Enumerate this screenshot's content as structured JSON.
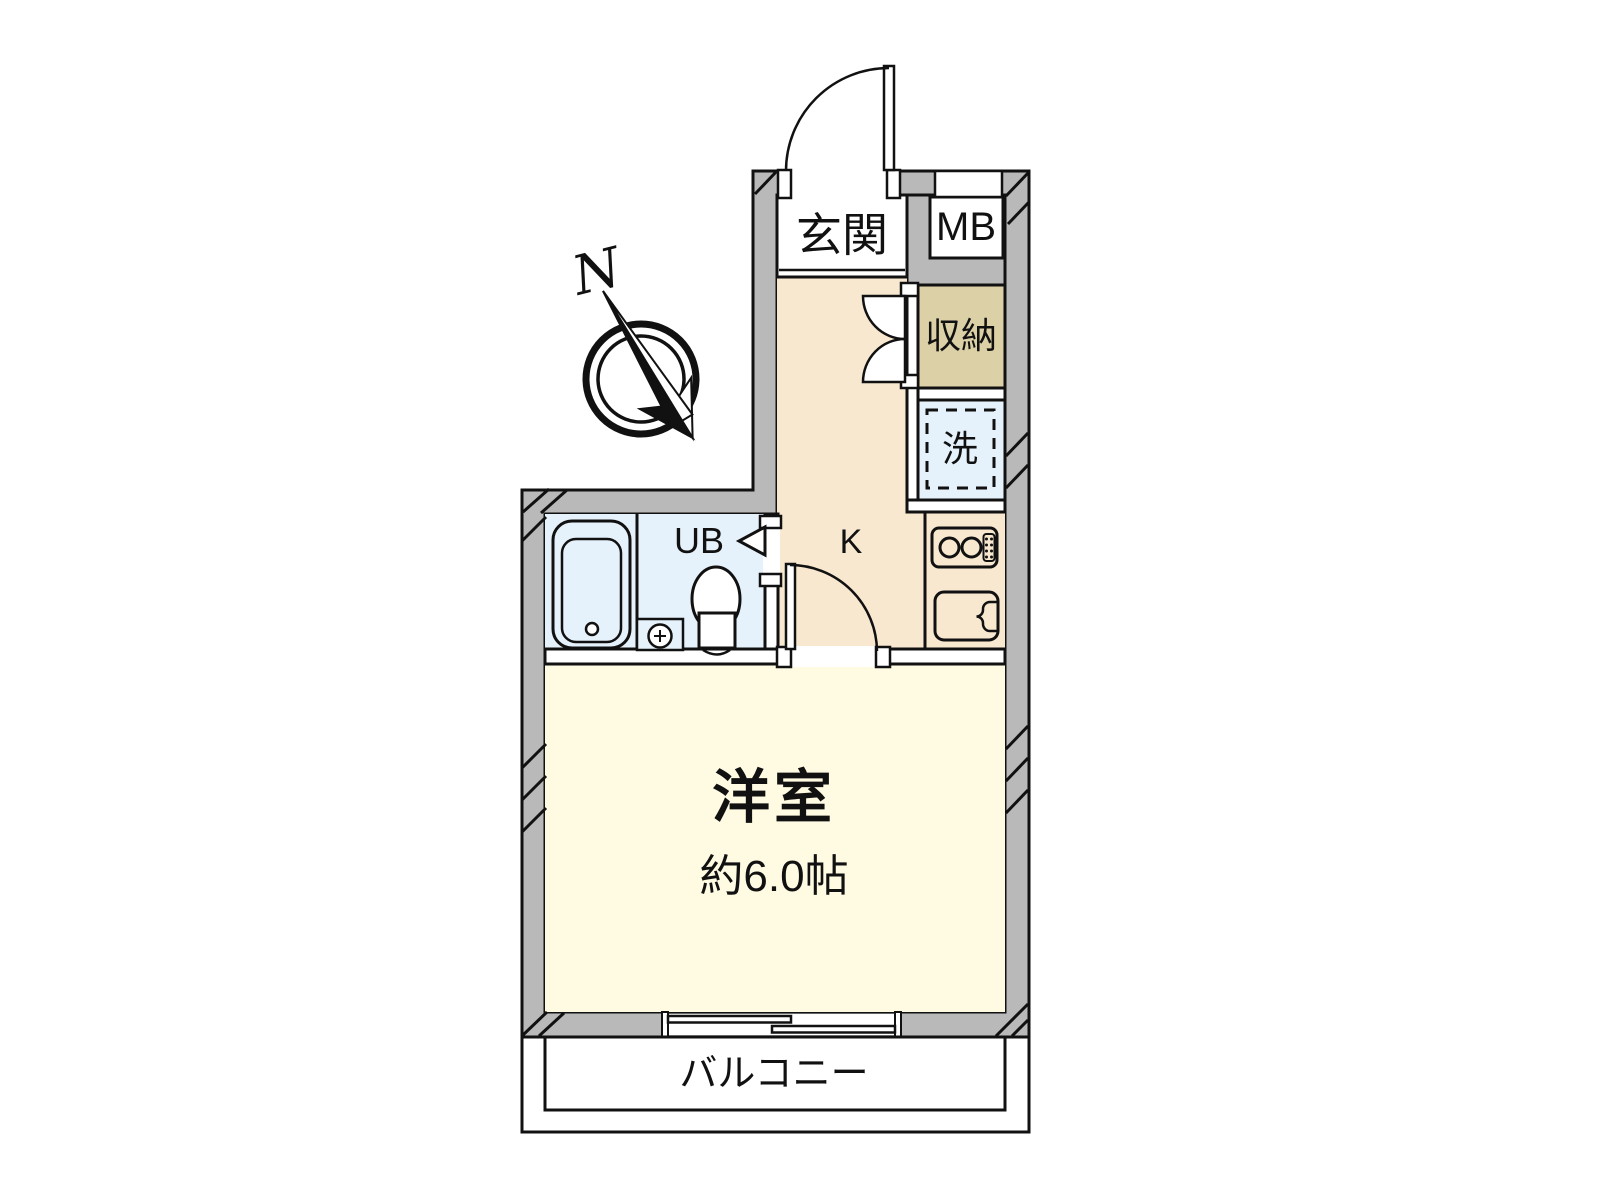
{
  "colors": {
    "wall": "#b9b9b9",
    "outline": "#111111",
    "kitchen_floor": "#f8e8d0",
    "room_floor": "#fffbe3",
    "bath_floor": "#e6f2fb",
    "storage": "#dbd0a6",
    "white": "#ffffff"
  },
  "compass": {
    "north_label": "N"
  },
  "rooms": {
    "entrance": {
      "label": "玄関"
    },
    "meter_box": {
      "label": "MB"
    },
    "storage": {
      "label": "収納"
    },
    "washer": {
      "label": "洗"
    },
    "kitchen": {
      "label": "K"
    },
    "unit_bath": {
      "label": "UB"
    },
    "western_room": {
      "label": "洋室",
      "size": "約6.0帖"
    },
    "balcony": {
      "label": "バルコニー"
    }
  }
}
